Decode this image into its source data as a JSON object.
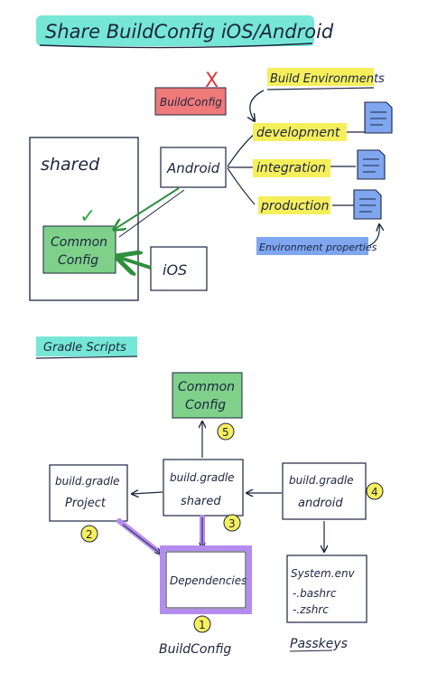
{
  "title": "Share BuildConfig iOS/Android",
  "top": {
    "crossed_box": "BuildConfig",
    "cross_mark": "X",
    "build_env_title": "Build Environments",
    "shared_label": "shared",
    "android_label": "Android",
    "ios_label": "iOS",
    "common_config": [
      "Common",
      "Config"
    ],
    "check_mark": "✓",
    "environments": [
      "development",
      "integration",
      "production"
    ],
    "env_properties": "Environment properties"
  },
  "bottom": {
    "section_title": "Gradle Scripts",
    "common_config": [
      "Common",
      "Config"
    ],
    "badge_5": "5",
    "project": [
      "build.gradle",
      "Project"
    ],
    "badge_2": "2",
    "shared": [
      "build.gradle",
      "shared"
    ],
    "badge_3": "3",
    "android": [
      "build.gradle",
      "android"
    ],
    "badge_4": "4",
    "dependencies": "Dependencies",
    "badge_1": "1",
    "buildconfig_caption": "BuildConfig",
    "system_env": [
      "System.env",
      "-.bashrc",
      "-.zshrc"
    ],
    "passkeys_caption": "Passkeys"
  },
  "colors": {
    "ink": "#1c2540",
    "teal": "#5ee3cf",
    "green": "#7fd18a",
    "red": "#f07a7a",
    "yellow": "#f6ef5c",
    "blue": "#7fa6ef",
    "purple": "#b48cf0"
  }
}
